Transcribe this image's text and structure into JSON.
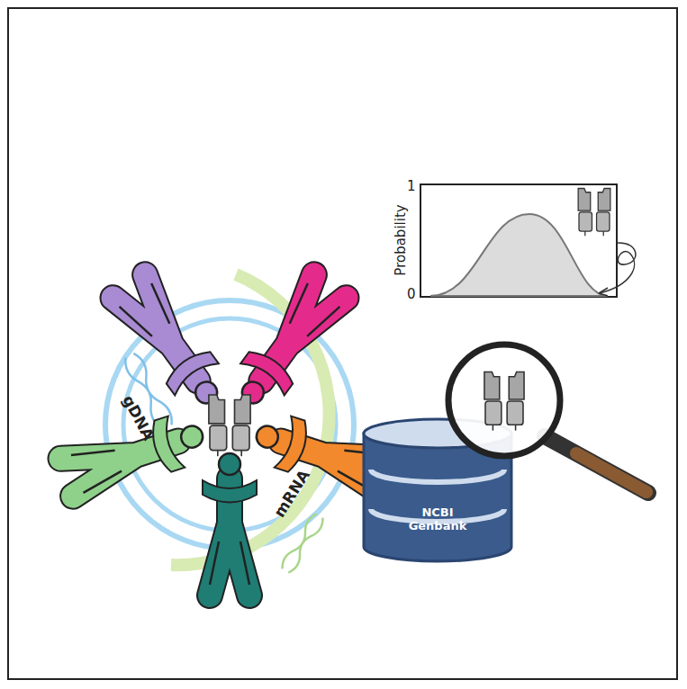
{
  "diagram": {
    "nodes": [
      {
        "text": [
          "NCBI Genbank"
        ]
      }
    ],
    "labels": [
      "gDNA",
      "mRNA",
      "Probability",
      "1",
      "0"
    ]
  }
}
